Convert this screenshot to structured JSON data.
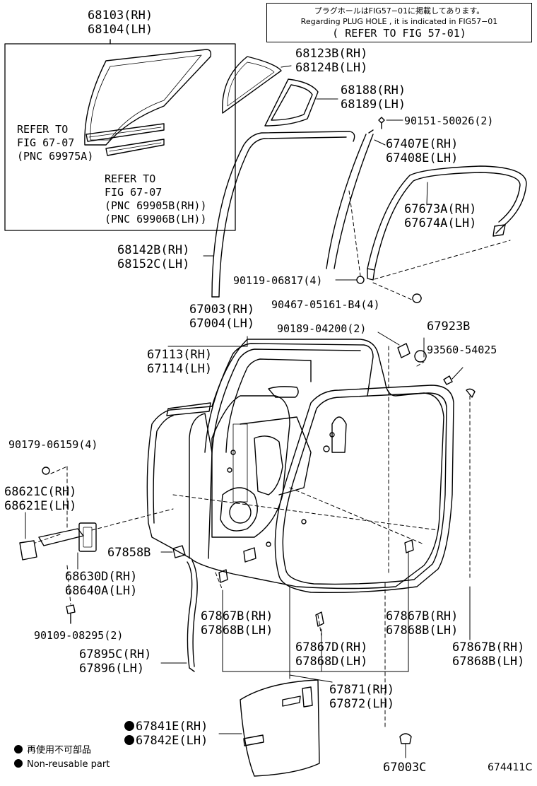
{
  "note": {
    "line1": "プラグホールはFIG57−01に掲載してあります。",
    "line2": "Regarding PLUG HOLE , it is indicated in FIG57−01",
    "line3": "( REFER TO FIG 57-01)"
  },
  "parts": {
    "p68103": "68103(RH)",
    "p68104": "68104(LH)",
    "ref1a": "REFER TO",
    "ref1b": "FIG 67-07",
    "ref1c": "(PNC 69975A)",
    "ref2a": "REFER TO",
    "ref2b": "FIG 67-07",
    "ref2c": "(PNC 69905B(RH))",
    "ref2d": "(PNC 69906B(LH))",
    "p68123": "68123B(RH)",
    "p68124": "68124B(LH)",
    "p68188": "68188(RH)",
    "p68189": "68189(LH)",
    "p90151": "90151-50026(2)",
    "p67407": "67407E(RH)",
    "p67408": "67408E(LH)",
    "p67673": "67673A(RH)",
    "p67674": "67674A(LH)",
    "p68142": "68142B(RH)",
    "p68152": "68152C(LH)",
    "p90119": "90119-06817(4)",
    "p90467": "90467-05161-B4(4)",
    "p67003": "67003(RH)",
    "p67004": "67004(LH)",
    "p90189": "90189-04200(2)",
    "p67923": "67923B",
    "p93560": "93560-54025",
    "p67113": "67113(RH)",
    "p67114": "67114(LH)",
    "p90179": "90179-06159(4)",
    "p68621c": "68621C(RH)",
    "p68621e": "68621E(LH)",
    "p67858": "67858B",
    "p68630": "68630D(RH)",
    "p68640": "68640A(LH)",
    "p90109": "90109-08295(2)",
    "p67895": "67895C(RH)",
    "p67896": "67896(LH)",
    "p67867b_1": "67867B(RH)",
    "p67868b_1": "67868B(LH)",
    "p67867b_2": "67867B(RH)",
    "p67868b_2": "67868B(LH)",
    "p67867b_3": "67867B(RH)",
    "p67868b_3": "67868B(LH)",
    "p67867d": "67867D(RH)",
    "p67868d": "67868D(LH)",
    "p67871": "67871(RH)",
    "p67872": "67872(LH)",
    "p67841": "67841E(RH)",
    "p67842": "67842E(LH)",
    "p67003c": "67003C"
  },
  "legend": {
    "jp": "再使用不可部品",
    "en": "Non-reusable part"
  },
  "figure_number": "674411C"
}
